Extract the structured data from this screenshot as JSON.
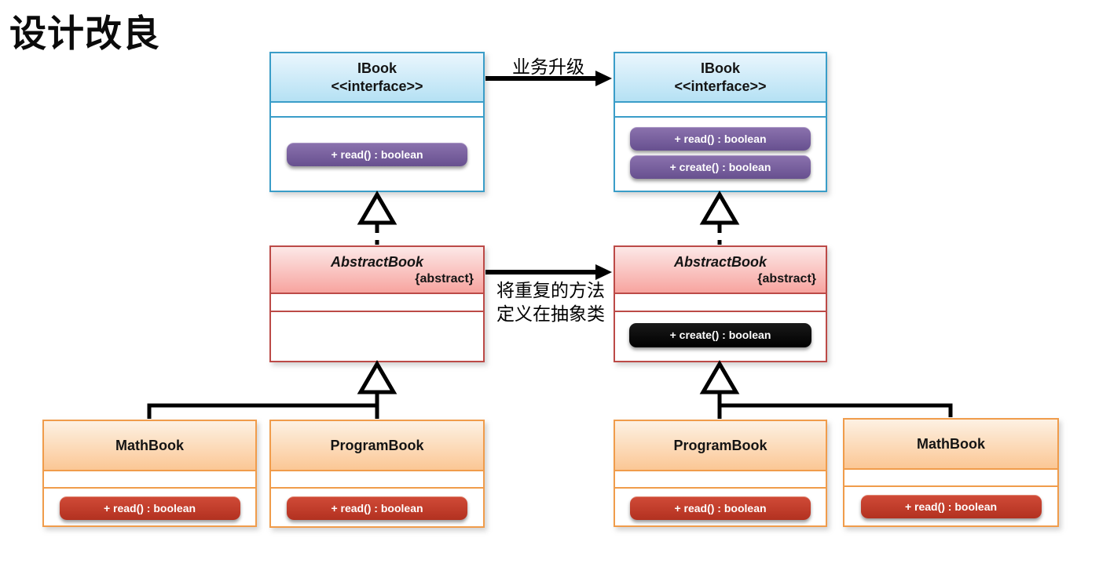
{
  "page": {
    "title": "设计改良"
  },
  "arrows": {
    "business_upgrade_label": "业务升级",
    "note_line1": "将重复的方法",
    "note_line2": "定义在抽象类"
  },
  "classes": {
    "ibook_left": {
      "name": "IBook",
      "stereotype": "<<interface>>",
      "methods": [
        "+ read() : boolean"
      ]
    },
    "ibook_right": {
      "name": "IBook",
      "stereotype": "<<interface>>",
      "methods": [
        "+ read() : boolean",
        "+ create() : boolean"
      ]
    },
    "abstractbook_left": {
      "name": "AbstractBook",
      "modifier": "{abstract}",
      "methods": []
    },
    "abstractbook_right": {
      "name": "AbstractBook",
      "modifier": "{abstract}",
      "methods": [
        "+ create() : boolean"
      ]
    },
    "mathbook_left": {
      "name": "MathBook",
      "methods": [
        "+ read() : boolean"
      ]
    },
    "programbook_left": {
      "name": "ProgramBook",
      "methods": [
        "+ read() : boolean"
      ]
    },
    "programbook_right": {
      "name": "ProgramBook",
      "methods": [
        "+ read() : boolean"
      ]
    },
    "mathbook_right": {
      "name": "MathBook",
      "methods": [
        "+ read() : boolean"
      ]
    }
  },
  "colors": {
    "interface_border": "#3a9dc8",
    "interface_fill_top": "#eaf6fd",
    "interface_fill_bottom": "#b5e1f4",
    "abstract_border": "#bc4a47",
    "abstract_fill_top": "#fce8e7",
    "abstract_fill_bottom": "#f7a49f",
    "concrete_border": "#f09c4b",
    "concrete_fill_top": "#fdf1e3",
    "concrete_fill_bottom": "#fbc795",
    "method_purple": "#76619c",
    "method_red": "#c23b2a",
    "method_black": "#0c0c0c",
    "connector": "#000000"
  }
}
